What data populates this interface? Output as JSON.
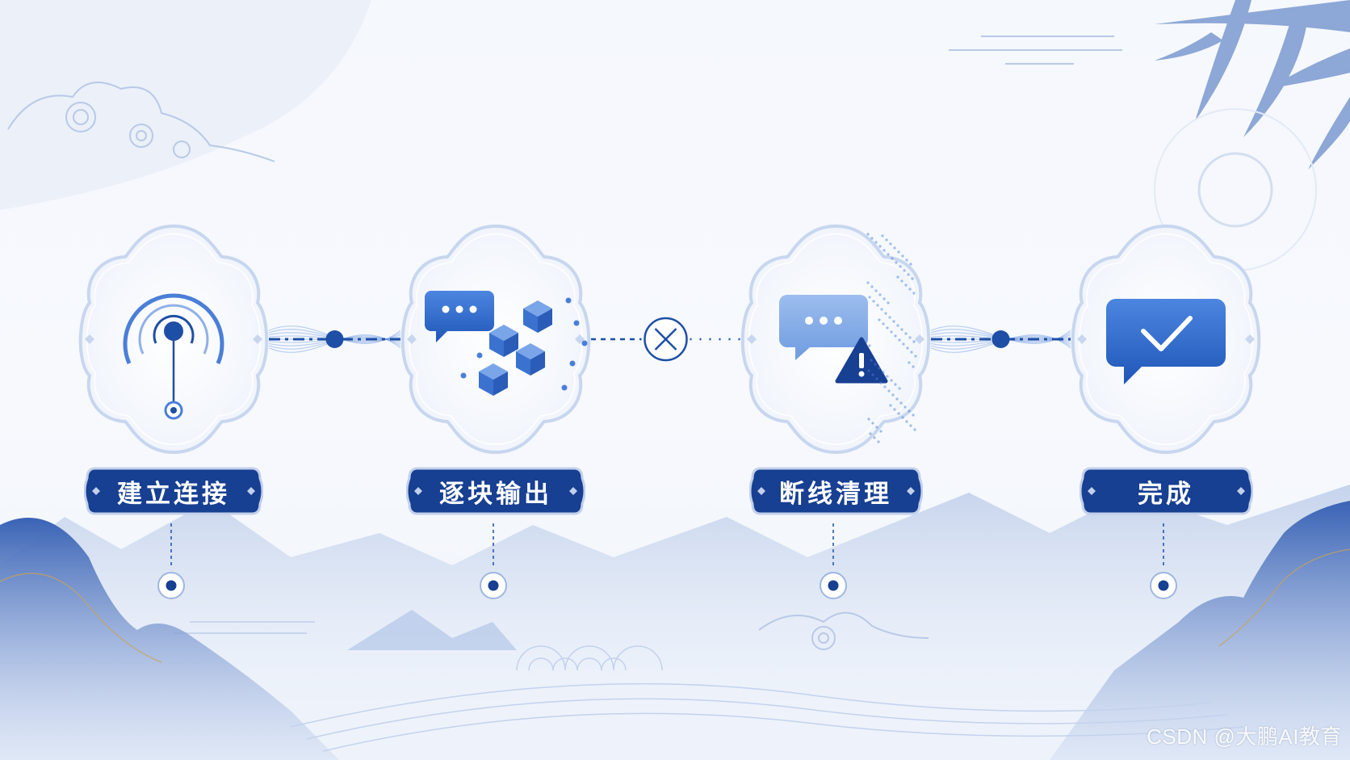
{
  "steps": [
    {
      "id": "connect",
      "label": "建立连接",
      "icon": "signal-broadcast-icon"
    },
    {
      "id": "stream",
      "label": "逐块输出",
      "icon": "chat-bubble-icon"
    },
    {
      "id": "cleanup",
      "label": "断线清理",
      "icon": "chat-warning-icon"
    },
    {
      "id": "done",
      "label": "完成",
      "icon": "chat-check-icon"
    }
  ],
  "connectors": [
    {
      "from": "connect",
      "to": "stream",
      "style": "flow"
    },
    {
      "from": "stream",
      "to": "cleanup",
      "style": "broken",
      "marker": "close-circle-icon"
    },
    {
      "from": "cleanup",
      "to": "done",
      "style": "flow"
    }
  ],
  "colors": {
    "accent": "#1e4fa6",
    "accent_light": "#4a7fd8",
    "frame": "#c8d6ee",
    "label_bg": "#173f92"
  },
  "watermark": "CSDN @大鹏AI教育"
}
